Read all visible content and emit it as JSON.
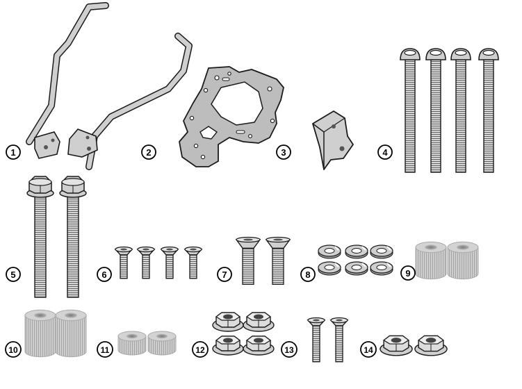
{
  "labels": {
    "p1": "1",
    "p2": "2",
    "p3": "3",
    "p4": "4",
    "p5": "5",
    "p6": "6",
    "p7": "7",
    "p8": "8",
    "p9": "9",
    "p10": "10",
    "p11": "11",
    "p12": "12",
    "p13": "13",
    "p14": "14"
  },
  "colors": {
    "line": "#1a1a1a",
    "metal": "#cfcfcf",
    "metal_dark": "#9e9e9e",
    "spacer": "#d3d3d3",
    "spacer_dark": "#a8a8a8"
  }
}
